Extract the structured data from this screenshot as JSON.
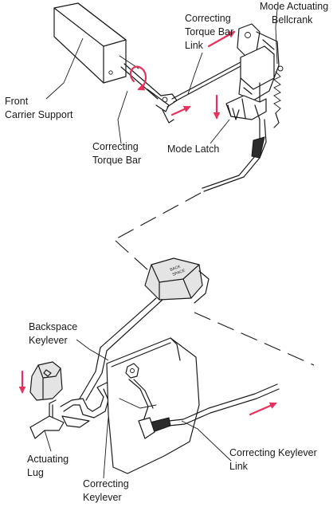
{
  "labels": {
    "correcting_torque_bar_link": [
      "Correcting",
      "Torque Bar",
      "Link"
    ],
    "mode_actuating_bellcrank": [
      "Mode Actuating",
      "Bellcrank"
    ],
    "front_carrier_support": [
      "Front",
      "Carrier Support"
    ],
    "correcting_torque_bar": [
      "Correcting",
      "Torque Bar"
    ],
    "mode_latch": [
      "Mode Latch"
    ],
    "backspace_keylever": [
      "Backspace",
      "Keylever"
    ],
    "actuating_lug": [
      "Actuating",
      "Lug"
    ],
    "correcting_keylever": [
      "Correcting",
      "Keylever"
    ],
    "correcting_keylever_link": [
      "Correcting Keylever",
      "Link"
    ],
    "keybutton_legend": [
      "BACK",
      "SPACE"
    ]
  },
  "colors": {
    "arrow": "#e8315a",
    "ink": "#1a1a1a",
    "background": "#ffffff"
  }
}
